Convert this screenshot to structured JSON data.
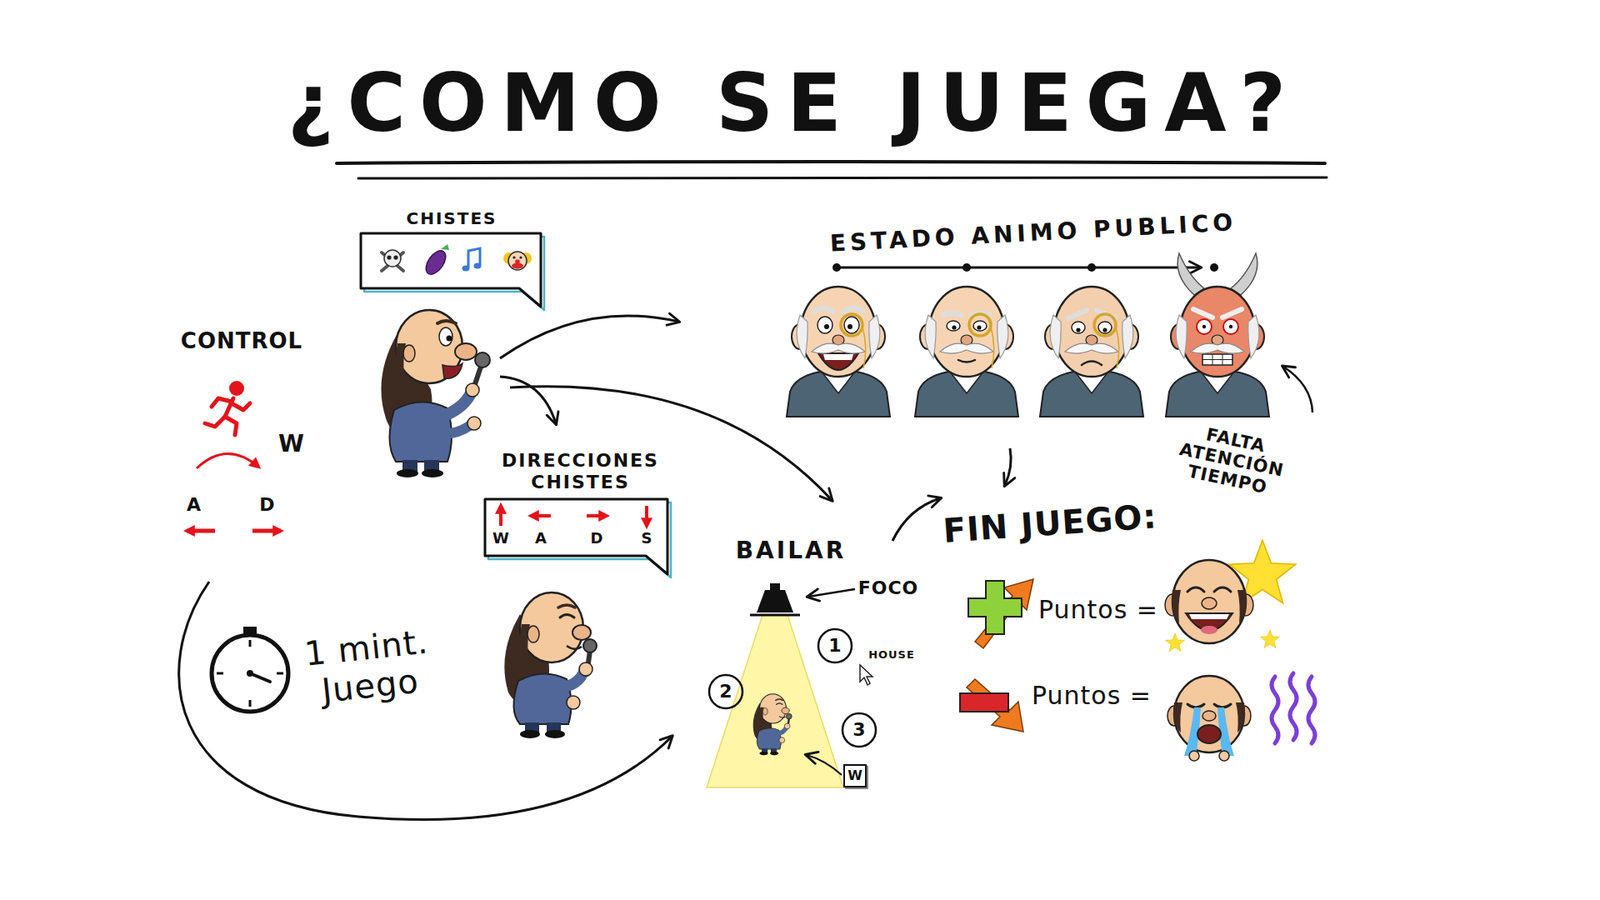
{
  "diagram": {
    "title": "¿COMO SE JUEGA?",
    "nodes": [
      {
        "text": [
          "CHISTES"
        ]
      },
      {
        "text": [
          "DIRECCIONES CHISTES",
          "W",
          "A",
          "D",
          "S"
        ]
      },
      {
        "text": [
          "1"
        ]
      },
      {
        "text": [
          "2"
        ]
      },
      {
        "text": [
          "3"
        ]
      },
      {
        "text": [
          "W"
        ]
      }
    ],
    "labels": [
      "CONTROL",
      "W",
      "A",
      "D",
      "1 mint. Juego",
      "ESTADO ANIMO PUBLICO",
      "FALTA ATENCIÓN TIEMPO",
      "BAILAR",
      "FOCO",
      "HOUSE",
      "FIN JUEGO:",
      "Puntos =",
      "Puntos ="
    ]
  }
}
